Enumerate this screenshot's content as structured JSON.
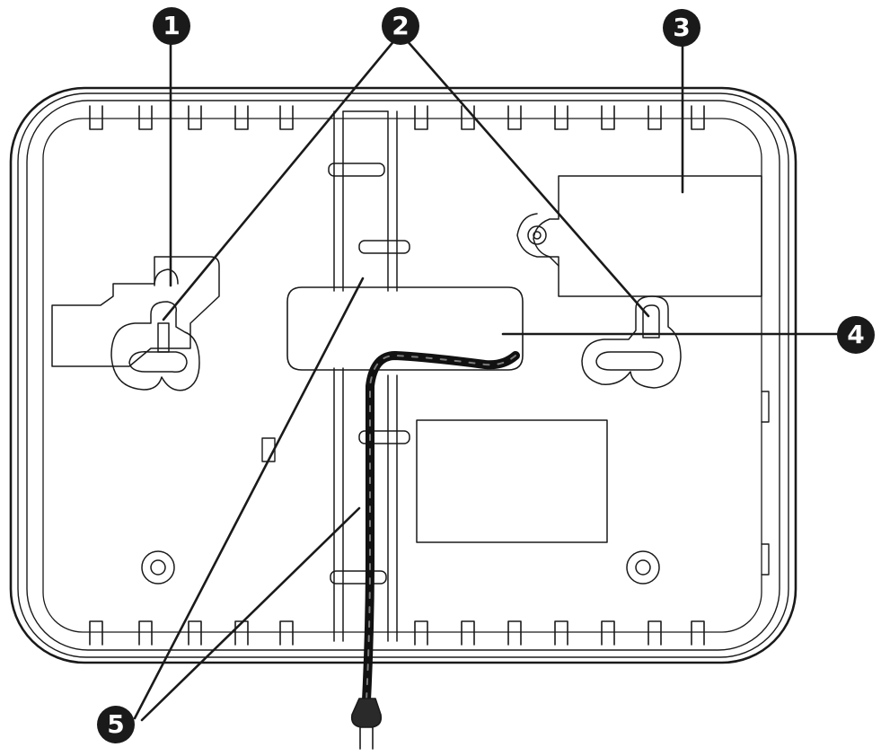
{
  "diagram": {
    "callouts": {
      "c1": "1",
      "c2": "2",
      "c3": "3",
      "c4": "4",
      "c5": "5"
    },
    "colors": {
      "ink": "#1a1a1a",
      "background": "#ffffff",
      "cable": "#111111"
    }
  }
}
